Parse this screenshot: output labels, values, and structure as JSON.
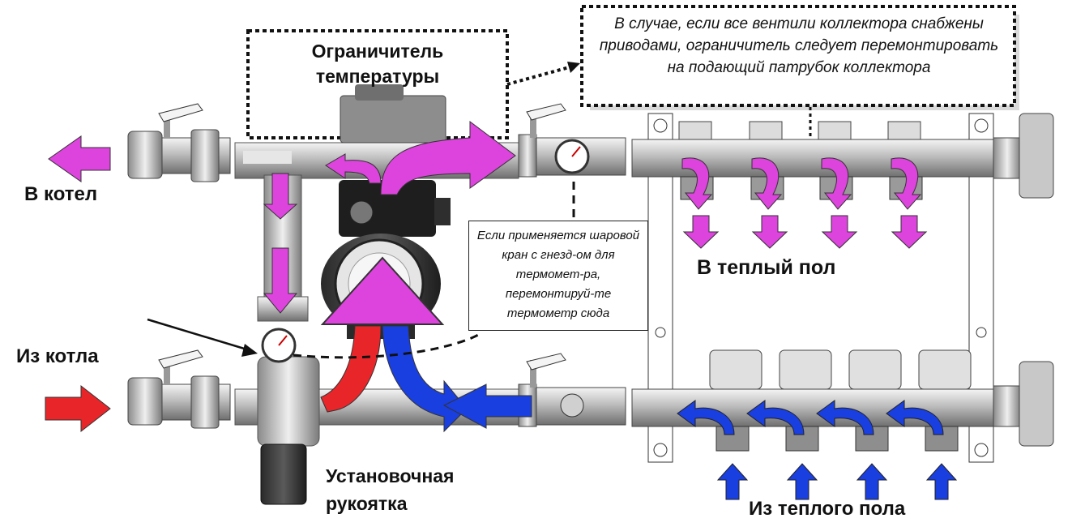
{
  "labels": {
    "to_boiler": "В котел",
    "from_boiler": "Из котла",
    "to_floor": "В теплый пол",
    "from_floor": "Из теплого пола",
    "handle": "Установочная\nрукоятка",
    "temp_limiter": "Ограничитель\nтемпературы"
  },
  "notes": {
    "actuators": "В случае, если все вентили коллектора снабжены приводами, ограничитель следует перемонтировать на подающий патрубок коллектора",
    "thermometer": "Если применяется шаровой кран с гнезд-ом для термомет-ра, перемонтируй-те термометр сюда"
  },
  "colors": {
    "hot_flow": "#dd44dd",
    "supply": "#e8262a",
    "return": "#1a3fe0",
    "metal": "#cfcfcf"
  }
}
